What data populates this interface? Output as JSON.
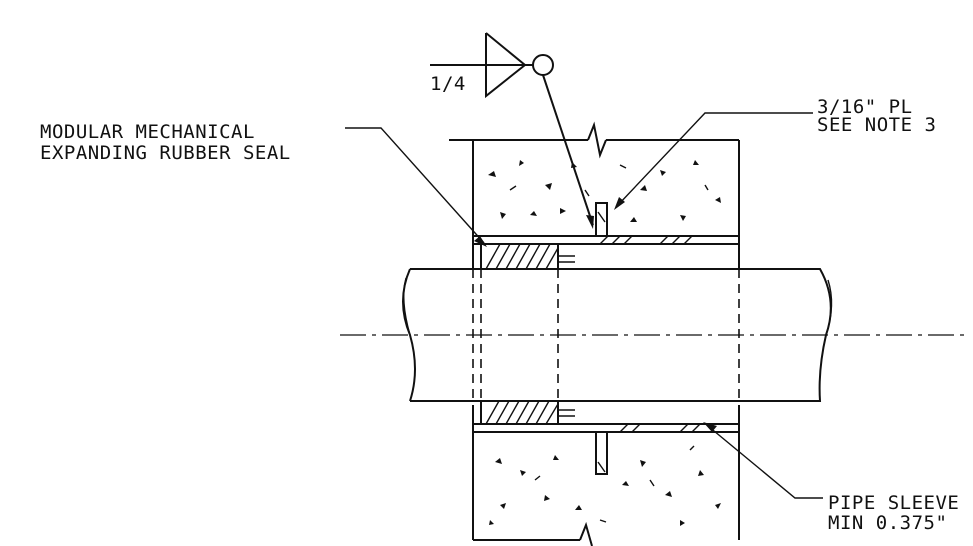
{
  "labels": {
    "seal_line1": "MODULAR MECHANICAL",
    "seal_line2": "EXPANDING RUBBER SEAL",
    "plate_line1": "3/16\" PL",
    "plate_line2": "SEE NOTE 3",
    "sleeve_line1": "PIPE SLEEVE",
    "sleeve_line2": "MIN 0.375\"",
    "weld_size": "1/4"
  }
}
